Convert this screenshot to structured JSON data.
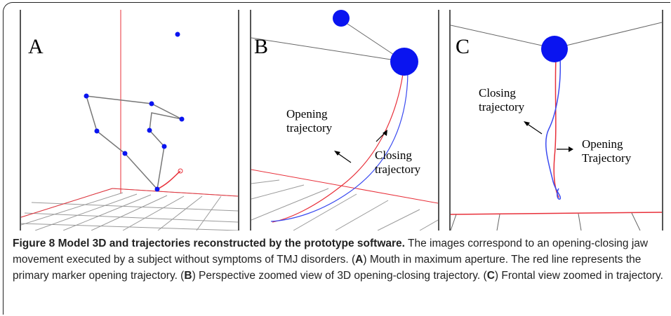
{
  "panels": {
    "a": {
      "letter": "A"
    },
    "b": {
      "letter": "B",
      "label_opening": [
        "Opening",
        "trajectory"
      ],
      "label_closing": [
        "Closing",
        "trajectory"
      ]
    },
    "c": {
      "letter": "C",
      "label_closing": [
        "Closing",
        "trajectory"
      ],
      "label_opening": [
        "Opening",
        "Trajectory"
      ]
    }
  },
  "caption": {
    "title": "Figure 8 Model 3D and trajectories reconstructed by the prototype software.",
    "text_1": " The images correspond to an opening-closing jaw movement executed by a subject without symptoms of TMJ disorders. (",
    "ref_a": "A",
    "text_2": ") Mouth in maximum aperture. The red line represents the primary marker opening trajectory. (",
    "ref_b": "B",
    "text_3": ") Perspective zoomed view of 3D opening-closing trajectory. (",
    "ref_c": "C",
    "text_4": ") Frontal view zoomed in trajectory."
  },
  "colors": {
    "marker": "#0a14f0",
    "opening": "#e8303a",
    "closing": "#3a4af0",
    "grid": "#9a9a9a"
  }
}
